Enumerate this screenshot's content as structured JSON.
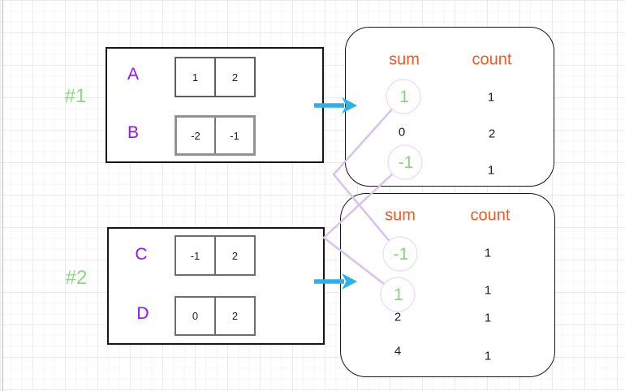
{
  "colors": {
    "group_label_green": "#8ed584",
    "sum_green": "#86d57c",
    "array_letter_purple": "#9013fe",
    "header_orange": "#f5581e",
    "arrow_cyan": "#2eb0e8",
    "connector_lavender": "#d6c2eb",
    "circle_ring_lavender": "#ecdff7",
    "value_black": "#1d1d1d"
  },
  "groups": [
    {
      "label": "#1",
      "arrays": [
        {
          "name": "A",
          "cells": [
            "1",
            "2"
          ]
        },
        {
          "name": "B",
          "cells": [
            "-2",
            "-1"
          ]
        }
      ]
    },
    {
      "label": "#2",
      "arrays": [
        {
          "name": "C",
          "cells": [
            "-1",
            "2"
          ]
        },
        {
          "name": "D",
          "cells": [
            "0",
            "2"
          ]
        }
      ]
    }
  ],
  "tables": [
    {
      "sum_header": "sum",
      "count_header": "count",
      "rows": [
        {
          "sum": "1",
          "count": "1",
          "circled": true
        },
        {
          "sum": "0",
          "count": "2",
          "circled": false
        },
        {
          "sum": "-1",
          "count": "1",
          "circled": true
        }
      ]
    },
    {
      "sum_header": "sum",
      "count_header": "count",
      "rows": [
        {
          "sum": "-1",
          "count": "1",
          "circled": true
        },
        {
          "sum": "1",
          "count": "1",
          "circled": true
        },
        {
          "sum": "2",
          "count": "1",
          "circled": false
        },
        {
          "sum": "4",
          "count": "1",
          "circled": false
        }
      ]
    }
  ],
  "connections": [
    {
      "from": "table-1 sum 1",
      "to": "table-2 sum -1"
    },
    {
      "from": "table-1 sum -1",
      "to": "table-2 sum 1"
    }
  ]
}
